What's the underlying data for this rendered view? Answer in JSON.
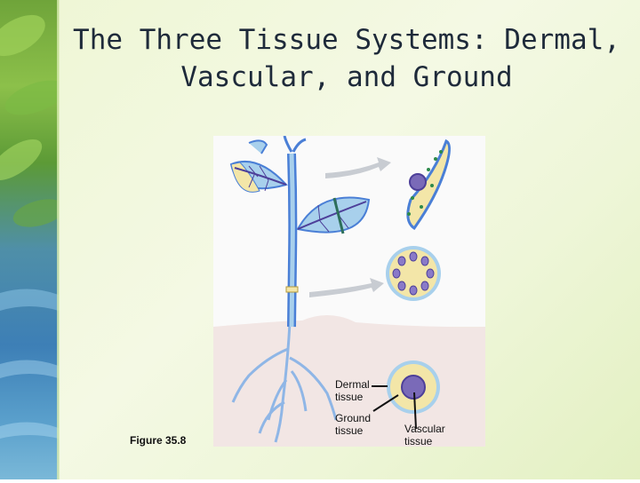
{
  "slide": {
    "title_line1": "The Three Tissue Systems: Dermal,",
    "title_line2": "Vascular, and Ground",
    "figure_label": "Figure 35.8"
  },
  "labels": {
    "dermal_line1": "Dermal",
    "dermal_line2": "tissue",
    "ground_line1": "Ground",
    "ground_line2": "tissue",
    "vascular_line1": "Vascular",
    "vascular_line2": "tissue"
  },
  "colors": {
    "dermal": "#4a7fd6",
    "vascular": "#4d3f99",
    "ground": "#f3e6a8",
    "soil": "#f2e6e4",
    "leaf": "#a8d0ec"
  }
}
